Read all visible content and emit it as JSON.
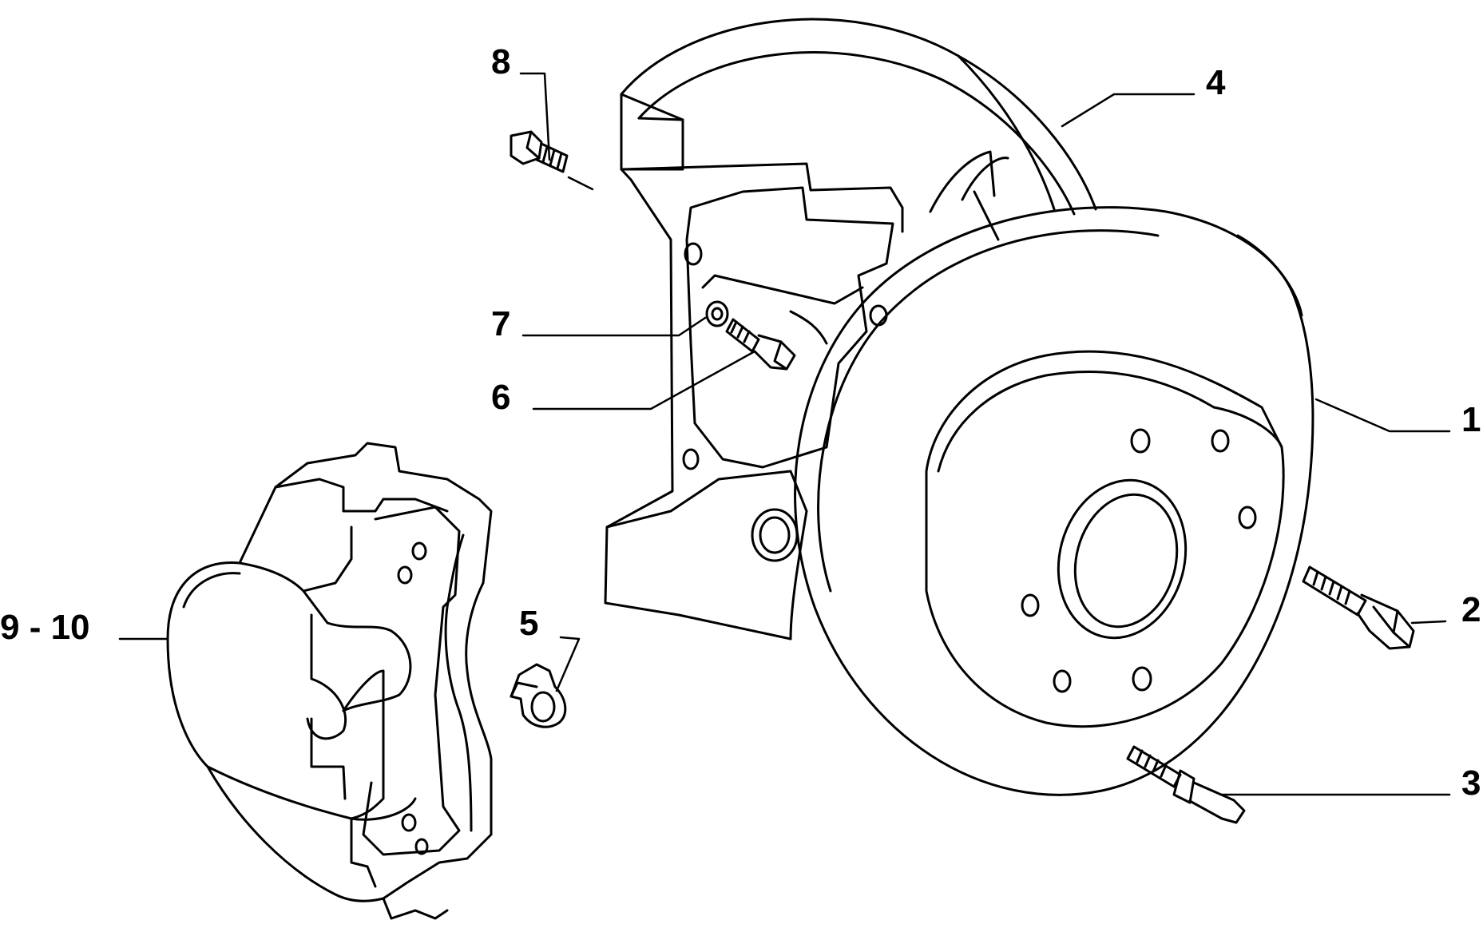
{
  "colors": {
    "line": "#000000",
    "background": "#ffffff"
  },
  "parts": [
    {
      "key": "brake-disc",
      "label": "1"
    },
    {
      "key": "wheel-bolt",
      "label": "2"
    },
    {
      "key": "wheel-stud",
      "label": "3"
    },
    {
      "key": "dust-shield",
      "label": "4"
    },
    {
      "key": "clip",
      "label": "5"
    },
    {
      "key": "shield-screw",
      "label": "6"
    },
    {
      "key": "washer",
      "label": "7"
    },
    {
      "key": "upper-screw",
      "label": "8"
    },
    {
      "key": "brake-caliper",
      "label": "9 - 10"
    }
  ]
}
